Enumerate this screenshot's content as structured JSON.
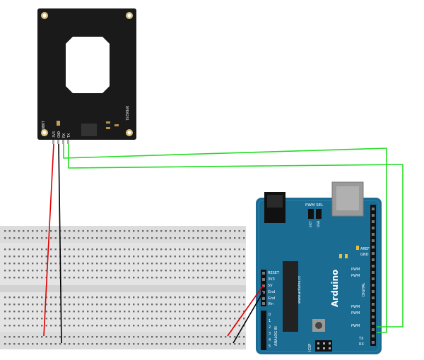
{
  "colors": {
    "background": "#ffffff",
    "breadboard": "#e4e4e4",
    "breadboard_rail": "#d8d8d8",
    "rfid_board": "#1a1a1a",
    "arduino_blue": "#1b6c93",
    "wire_red": "#e00000",
    "wire_black": "#000000",
    "wire_green": "#22dd22"
  },
  "rfid_module": {
    "brand": "DFROBOT",
    "model": "DFR0231",
    "pins": [
      "3V3",
      "GND",
      "RX",
      "TX"
    ]
  },
  "arduino": {
    "name": "Arduino",
    "url": "www.arduino.cc",
    "pwm_label": "PWM SEL",
    "power_labels": [
      "RESET",
      "3V3",
      "5V",
      "Gnd",
      "Gnd",
      "Vin"
    ],
    "analog_label": "ANALOG IN",
    "analog_pins": [
      "0",
      "1",
      "2",
      "3",
      "4",
      "5"
    ],
    "digital_label": "DIGITAL",
    "aref_label": "AREF",
    "gnd_label": "GND",
    "pwm_marks": [
      "PWM",
      "PWM",
      "PWM",
      "PWM",
      "PWM"
    ],
    "tx_label": "TX",
    "rx_label": "RX",
    "icsp_label": "ICSP",
    "ext_usb": [
      "EXT",
      "USB"
    ]
  }
}
